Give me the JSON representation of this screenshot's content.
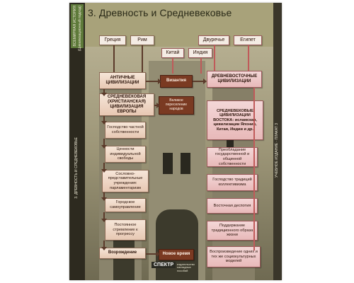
{
  "poster": {
    "title": "3. Древность и Средневековье",
    "spine_left_title": "ВСЕМИРНАЯ ИСТОРИЯ",
    "spine_left_sub": "(Цивилизационный подход)",
    "spine_left_mid": "3. ДРЕВНОСТЬ И СРЕДНЕВЕКОВЬЕ",
    "spine_right_mid": "УЧЕБНОЕ ИЗДАНИЕ · ПЛАКАТ 3",
    "logo": "СПЕКТР",
    "logo_sub": "издательство наглядных пособий"
  },
  "top_row": {
    "greece": "Греция",
    "rome": "Рим",
    "china": "Китай",
    "india": "Индия",
    "mesopotamia": "Двуречье",
    "egypt": "Египет"
  },
  "left_column": [
    "АНТИЧНЫЕ ЦИВИЛИЗАЦИИ",
    "СРЕДНЕВЕКОВАЯ (ХРИСТИАНСКАЯ) ЦИВИЛИЗАЦИЯ ЕВРОПЫ",
    "Господство частной собственности",
    "Ценности индивидуальной свободы",
    "Сословно-представительные учреждения: парламентаризм",
    "Городское самоуправление",
    "Постоянное стремление к прогрессу",
    "Возрождение"
  ],
  "center": {
    "byzantium": "Византия",
    "migration": "Великое переселение народов",
    "new_time": "Новое время"
  },
  "right_column": [
    "ДРЕВНЕВОСТОЧНЫЕ ЦИВИЛИЗАЦИИ",
    "СРЕДНЕВЕКОВЫЕ ЦИВИЛИЗАЦИИ ВОСТОКА: исламская, цивилизации Японии, Китая, Индии и др.",
    "Преобладание государственной и общинной собственности",
    "Господство традиций коллективизма",
    "Восточная деспотия",
    "Поддержание традиционного образа жизни",
    "Воспроизведение одних и тех же социокультурных моделей"
  ]
}
